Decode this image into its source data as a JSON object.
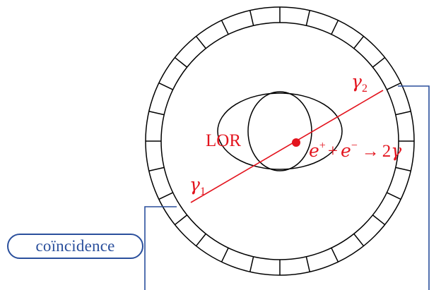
{
  "colors": {
    "ring": "#000000",
    "annihilation": "#e3141e",
    "wiring": "#2a4f9c"
  },
  "detector": {
    "segment_count": 28
  },
  "labels": {
    "lor": "LOR",
    "gamma1_symbol": "γ",
    "gamma1_subscript": "1",
    "gamma2_symbol": "γ",
    "gamma2_subscript": "2",
    "reaction": {
      "e_plus": "e",
      "plus_sup": "+",
      "plus": "+",
      "e_minus": "e",
      "minus_sup": "−",
      "arrow": "→",
      "two": "2",
      "gamma": "γ"
    },
    "coincidence": "coïncidence"
  }
}
